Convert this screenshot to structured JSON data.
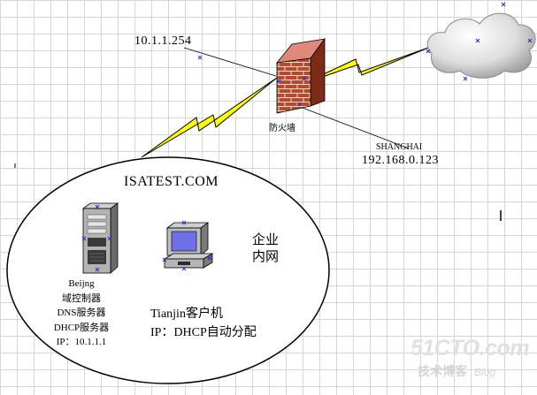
{
  "wan_ip": "10.1.1.254",
  "firewall_label": "防火墙",
  "shanghai": {
    "name": "SHANGHAI",
    "ip": "192.168.0.123"
  },
  "domain_name": "ISATEST.COM",
  "zone_label": [
    "企业",
    "内网"
  ],
  "server_labels": [
    "Beijng",
    "域控制器",
    "DNS服务器",
    "DHCP服务器",
    "IP：10.1.1.1"
  ],
  "client_labels": [
    "Tianjin客户机",
    "IP：DHCP自动分配"
  ],
  "watermark": {
    "main": "51CTO.com",
    "sub": "技术博客",
    "blog": "Blog"
  },
  "colors": {
    "bolt": "#ffff00",
    "brick": "#b24a2e",
    "monitor_screen": "#6f6fe8",
    "cloud": "#d9d9d9"
  }
}
